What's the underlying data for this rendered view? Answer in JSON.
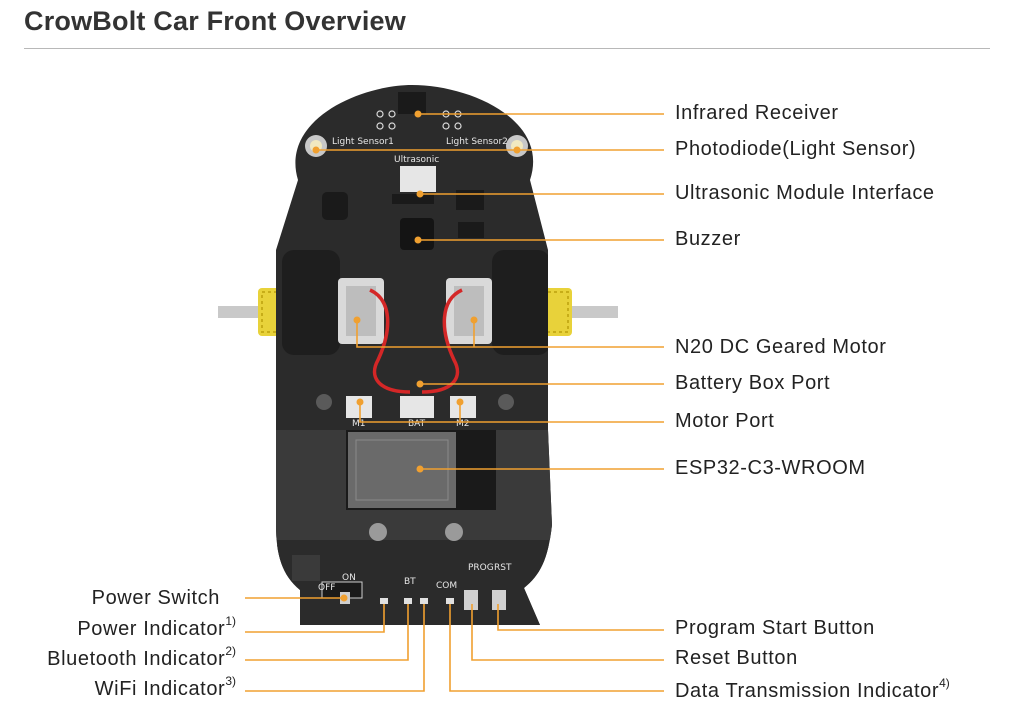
{
  "title": "CrowBolt Car Front Overview",
  "board": {
    "silkscreen": {
      "light1": "Light Sensor1",
      "light2": "Light Sensor2",
      "ultrasonic": "Ultrasonic",
      "m1": "M1",
      "bat": "BAT",
      "m2": "M2",
      "off": "OFF",
      "on": "ON",
      "prog": "PROG",
      "rst": "RST",
      "bt": "BT",
      "com": "COM"
    }
  },
  "labels": {
    "infrared": "Infrared Receiver",
    "photodiode": "Photodiode(Light Sensor)",
    "ultrasonic": "Ultrasonic Module Interface",
    "buzzer": "Buzzer",
    "motor": "N20 DC Geared Motor",
    "battery": "Battery Box Port",
    "motor_port": "Motor Port",
    "esp32": "ESP32-C3-WROOM",
    "power_switch": "Power Switch",
    "power_indicator": "Power Indicator",
    "power_indicator_sup": "1)",
    "bt_indicator": "Bluetooth Indicator",
    "bt_indicator_sup": "2)",
    "wifi_indicator": "WiFi Indicator",
    "wifi_indicator_sup": "3)",
    "program_button": "Program Start Button",
    "reset_button": "Reset Button",
    "data_indicator": "Data Transmission Indicator",
    "data_indicator_sup": "4)"
  },
  "colors": {
    "leader": "#f0a030",
    "pcb": "#2b2b2b",
    "pcb_dark": "#1a1a1a",
    "motor_gear": "#e8d23a"
  }
}
